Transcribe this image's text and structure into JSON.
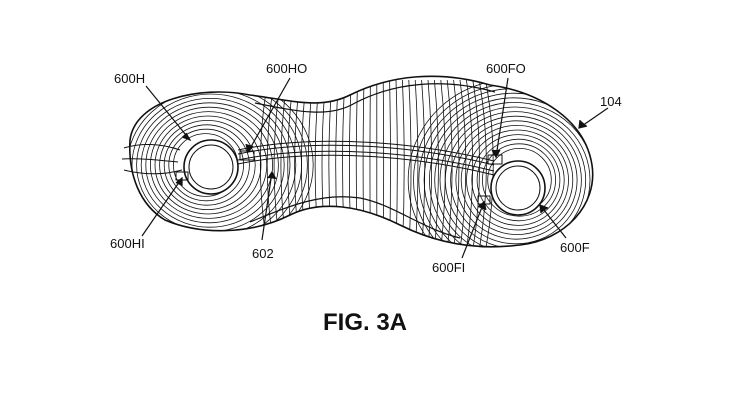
{
  "figure": {
    "caption": "FIG. 3A",
    "labels": {
      "l_600H": "600H",
      "l_600HO": "600HO",
      "l_600FO": "600FO",
      "l_104": "104",
      "l_600HI": "600HI",
      "l_602": "602",
      "l_600FI": "600FI",
      "l_600F": "600F"
    }
  }
}
